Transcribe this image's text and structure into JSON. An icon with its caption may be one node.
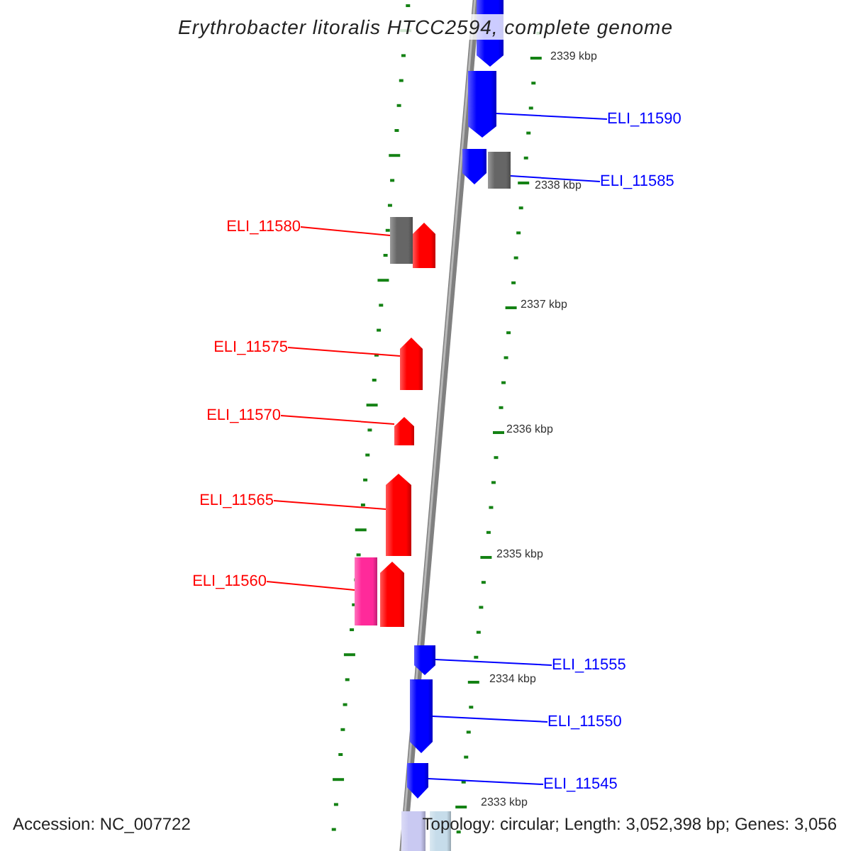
{
  "diagram": {
    "title": "Erythrobacter litoralis HTCC2594, complete genome",
    "nodes": [
      {
        "text": [
          "ELI_11590"
        ]
      },
      {
        "text": [],
        "shape": "arrow"
      },
      {
        "text": [
          "ELI_11585"
        ]
      },
      {
        "text": [],
        "shape": "box"
      },
      {
        "text": [
          "ELI_11580"
        ]
      },
      {
        "text": [],
        "shape": "box"
      },
      {
        "text": [
          "ELI_11575"
        ]
      },
      {
        "text": [],
        "shape": "arrow"
      },
      {
        "text": [
          "ELI_11570"
        ]
      },
      {
        "text": [],
        "shape": "arrow"
      },
      {
        "text": [
          "ELI_11565"
        ]
      },
      {
        "text": [],
        "shape": "arrow"
      },
      {
        "text": [
          "ELI_11560"
        ]
      },
      {
        "text": [],
        "shape": "box"
      },
      {
        "text": [
          "ELI_11555"
        ]
      },
      {
        "text": [],
        "shape": "arrow"
      },
      {
        "text": [
          "ELI_11550"
        ]
      },
      {
        "text": [],
        "shape": "arrow"
      },
      {
        "text": [
          "ELI_11545"
        ]
      },
      {
        "text": [],
        "shape": "arrow"
      },
      {
        "text": [],
        "shape": "arrow"
      },
      {
        "text": [],
        "shape": "arrow"
      },
      {
        "text": [],
        "shape": "arrow"
      },
      {
        "text": [],
        "shape": "arrow"
      },
      {
        "text": [],
        "shape": "box"
      },
      {
        "text": [],
        "shape": "box"
      }
    ],
    "edges": [
      {
        "from": 0,
        "to": 1,
        "arrow": "none",
        "color": "#0000ff"
      },
      {
        "from": 2,
        "to": 3,
        "arrow": "none",
        "color": "#0000ff"
      },
      {
        "from": 4,
        "to": 5,
        "arrow": "none",
        "color": "#ff0000"
      },
      {
        "from": 6,
        "to": 7,
        "arrow": "none",
        "color": "#ff0000"
      },
      {
        "from": 8,
        "to": 9,
        "arrow": "none",
        "color": "#ff0000"
      },
      {
        "from": 10,
        "to": 11,
        "arrow": "none",
        "color": "#ff0000"
      },
      {
        "from": 12,
        "to": 13,
        "arrow": "none",
        "color": "#ff0000"
      },
      {
        "from": 14,
        "to": 15,
        "arrow": "none",
        "color": "#0000ff"
      },
      {
        "from": 16,
        "to": 17,
        "arrow": "none",
        "color": "#0000ff"
      },
      {
        "from": 18,
        "to": 19,
        "arrow": "none",
        "color": "#0000ff"
      }
    ],
    "labels": [
      "2339 kbp",
      "2338 kbp",
      "2337 kbp",
      "2336 kbp",
      "2335 kbp",
      "2334 kbp",
      "2333 kbp",
      "Accession: NC_007722",
      "Topology: circular; Length: 3,052,398 bp; Genes: 3,056"
    ]
  }
}
